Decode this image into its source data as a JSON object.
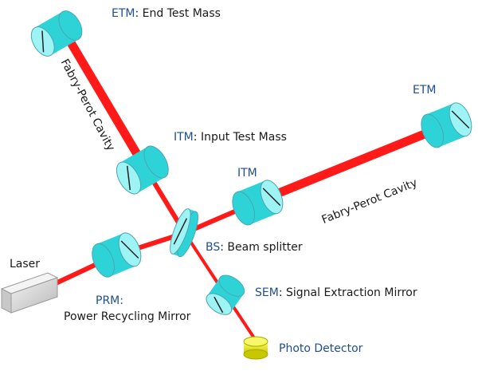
{
  "colors": {
    "beam": "#ff1a1a",
    "mirror_body": "#2ed3d8",
    "mirror_face": "#9ef3f5",
    "mirror_edge": "#4aa6b0",
    "label_abbr": "#1f4e8c",
    "detector": "#e8e800",
    "laser_box": "#d9d9d9"
  },
  "labels": {
    "etm_top_abbr": "ETM",
    "etm_top_desc": "End Test Mass",
    "itm_top_abbr": "ITM",
    "itm_top_desc": "Input Test Mass",
    "itm_right_abbr": "ITM",
    "etm_right_abbr": "ETM",
    "bs_abbr": "BS",
    "bs_desc": "Beam splitter",
    "sem_abbr": "SEM",
    "sem_desc": "Signal Extraction Mirror",
    "prm_abbr": "PRM:",
    "prm_desc": "Power Recycling Mirror",
    "laser": "Laser",
    "photo_detector": "Photo Detector",
    "fp_cavity_vertical": "Fabry-Perot Cavity",
    "fp_cavity_horizontal": "Fabry-Perot Cavity"
  }
}
